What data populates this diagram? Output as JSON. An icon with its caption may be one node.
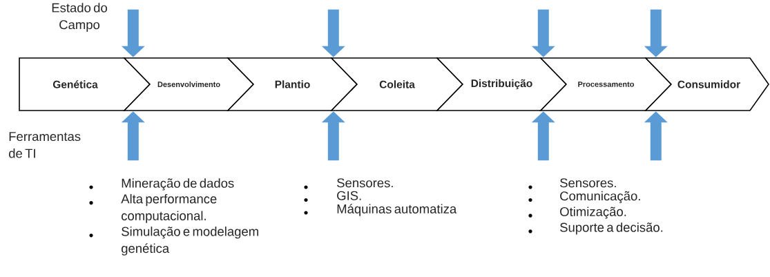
{
  "diagram": {
    "nodes": [
      {
        "text": [
          "Genética"
        ]
      },
      {
        "text": [
          "Desenvolvimento"
        ]
      },
      {
        "text": [
          "Plantio"
        ]
      },
      {
        "text": [
          "Coleita"
        ]
      },
      {
        "text": [
          "Distribuição"
        ]
      },
      {
        "text": [
          "Processamento"
        ]
      },
      {
        "text": [
          "Consumidor"
        ]
      }
    ],
    "edges": [
      {
        "from": null,
        "to": 1,
        "arrow": "to"
      },
      {
        "from": null,
        "to": 3,
        "arrow": "to"
      },
      {
        "from": null,
        "to": 5,
        "arrow": "to"
      },
      {
        "from": null,
        "to": 6,
        "arrow": "to"
      },
      {
        "from": null,
        "to": 1,
        "arrow": "to"
      },
      {
        "from": null,
        "to": 3,
        "arrow": "to"
      },
      {
        "from": null,
        "to": 5,
        "arrow": "to"
      },
      {
        "from": null,
        "to": 6,
        "arrow": "to"
      }
    ],
    "labels": [
      "Estado do Campo",
      "Ferramentas de TI",
      "Mineração de dados",
      "Alta performance computacional.",
      "Simulação e modelagem genética",
      "Sensores.",
      "GIS.",
      "Máquinas automatiza",
      "Sensores.",
      "Comunicação.",
      "Otimização.",
      "Suporte a decisão."
    ]
  }
}
